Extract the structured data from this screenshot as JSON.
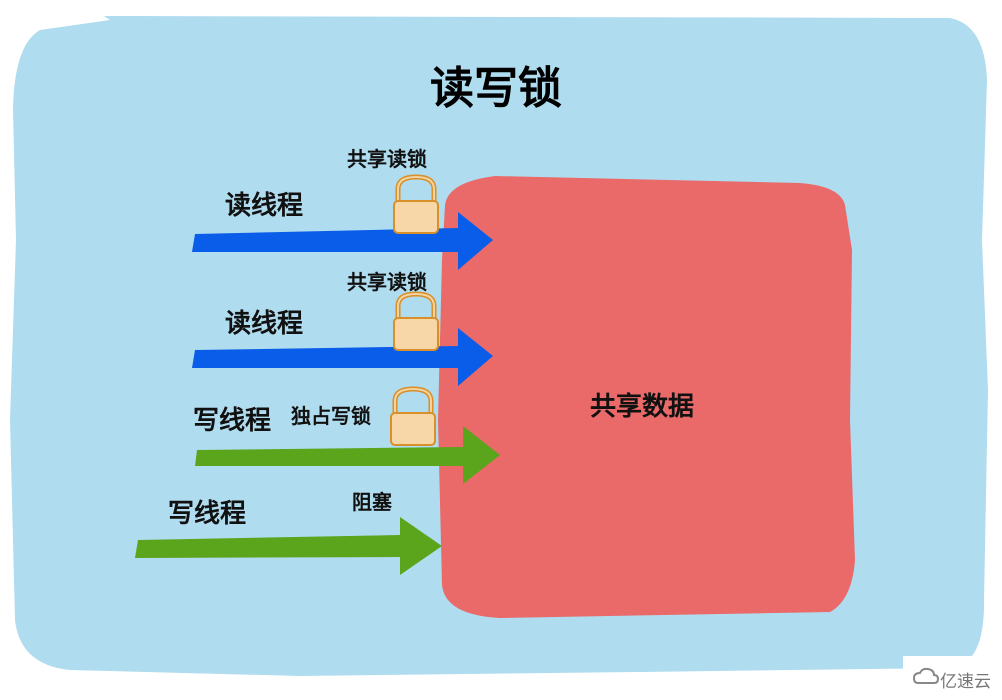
{
  "title": "读写锁",
  "shared_data": {
    "label": "共享数据",
    "color": "#e96a69"
  },
  "background_color": "#b0dcef",
  "rows": [
    {
      "thread": "读线程",
      "lock_label": "共享读锁",
      "arrow_color": "#0a5de8",
      "has_lock": true
    },
    {
      "thread": "读线程",
      "lock_label": "共享读锁",
      "arrow_color": "#0a5de8",
      "has_lock": true
    },
    {
      "thread": "写线程",
      "lock_label": "独占写锁",
      "arrow_color": "#5ba51d",
      "has_lock": true
    },
    {
      "thread": "写线程",
      "lock_label": "阻塞",
      "arrow_color": "#5ba51d",
      "has_lock": false
    }
  ],
  "watermark": {
    "text": "亿速云"
  }
}
